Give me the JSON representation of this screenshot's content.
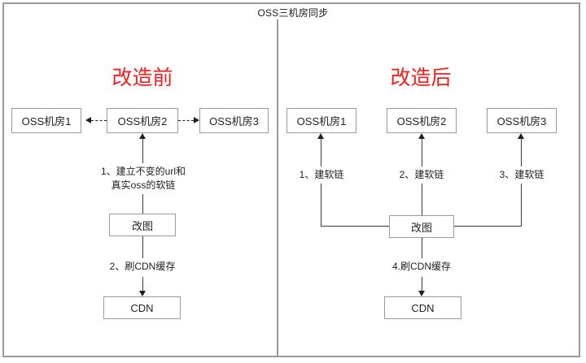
{
  "diagram": {
    "title": "OSS三机房同步",
    "accent_color": "#f51c1c",
    "line_color": "#3a3a3a",
    "border_color": "#9a9a9a"
  },
  "left_panel": {
    "heading": "改造前",
    "nodes": {
      "oss1": "OSS机房1",
      "oss2": "OSS机房2",
      "oss3": "OSS机房3",
      "edit": "改图",
      "cdn": "CDN"
    },
    "labels": {
      "step1_line1": "1、建立不变的url和",
      "step1_line2": "真实oss的软链",
      "step2": "2、刷CDN缓存"
    }
  },
  "right_panel": {
    "heading": "改造后",
    "nodes": {
      "oss1": "OSS机房1",
      "oss2": "OSS机房2",
      "oss3": "OSS机房3",
      "edit": "改图",
      "cdn": "CDN"
    },
    "labels": {
      "step1": "1、建软链",
      "step2": "2、建软链",
      "step3": "3、建软链",
      "step4": "4.刷CDN缓存"
    }
  }
}
